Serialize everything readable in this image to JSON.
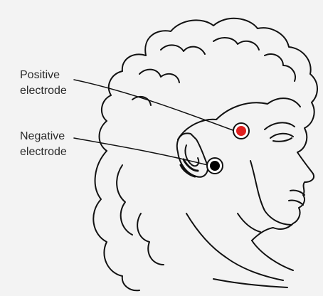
{
  "labels": {
    "positive_line1": "Positive",
    "positive_line2": "electrode",
    "negative_line1": "Negative",
    "negative_line2": "electrode"
  },
  "colors": {
    "background": "#f3f3f3",
    "outline": "#111111",
    "positive_electrode": "#e0201f",
    "negative_electrode": "#000000"
  },
  "icons": {
    "positive": "positive-electrode-icon",
    "negative": "negative-electrode-icon"
  }
}
